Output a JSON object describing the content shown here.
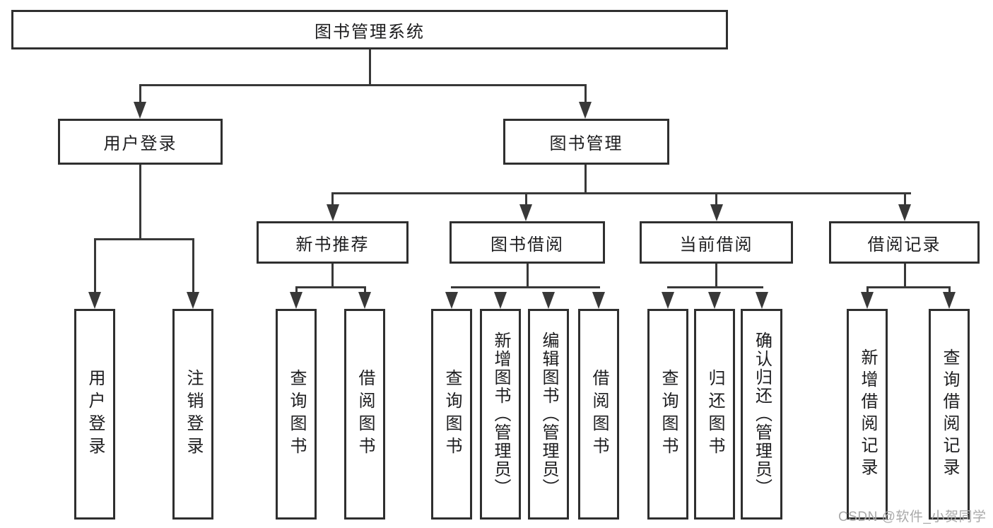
{
  "root": {
    "label": "图书管理系统"
  },
  "branches": [
    {
      "label": "用户登录",
      "children": [
        {
          "label": "用户登录"
        },
        {
          "label": "注销登录"
        }
      ]
    },
    {
      "label": "图书管理",
      "groups": [
        {
          "label": "新书推荐",
          "children": [
            {
              "label": "查询图书"
            },
            {
              "label": "借阅图书"
            }
          ]
        },
        {
          "label": "图书借阅",
          "children": [
            {
              "label": "查询图书"
            },
            {
              "label": "新增图书（管理员）"
            },
            {
              "label": "编辑图书（管理员）"
            },
            {
              "label": "借阅图书"
            }
          ]
        },
        {
          "label": "当前借阅",
          "children": [
            {
              "label": "查询图书"
            },
            {
              "label": "归还图书"
            },
            {
              "label": "确认归还（管理员）"
            }
          ]
        },
        {
          "label": "借阅记录",
          "children": [
            {
              "label": "新增借阅记录"
            },
            {
              "label": "查询借阅记录"
            }
          ]
        }
      ]
    }
  ],
  "watermark": {
    "text": "CSDN @软件_小贺同学"
  },
  "colors": {
    "line": "#383838",
    "box_border": "#2f2f2f",
    "box_background": "#ffffff",
    "text": "#1d1d1f",
    "watermark": "#a9a9a9"
  }
}
